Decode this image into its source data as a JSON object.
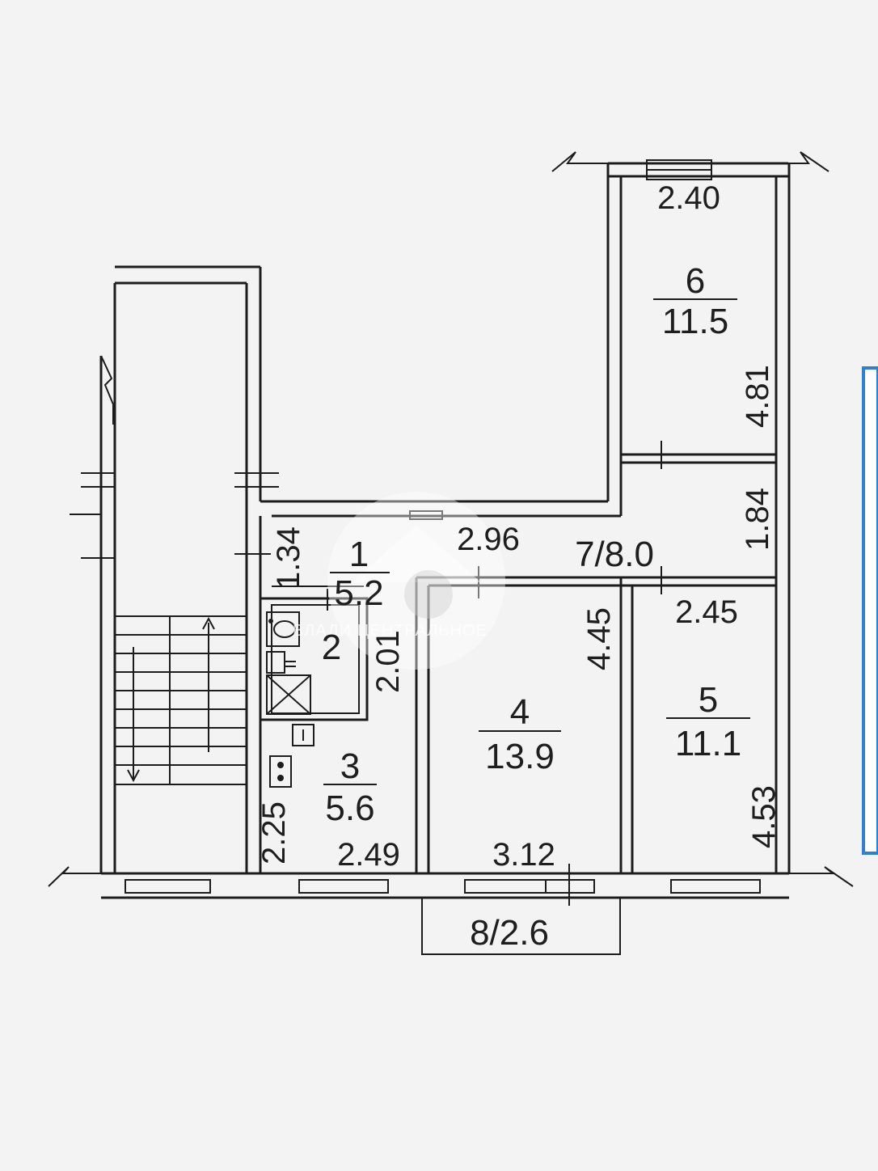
{
  "rooms": [
    {
      "number": "1",
      "area": "5.2"
    },
    {
      "number": "2"
    },
    {
      "number": "3",
      "area": "5.6"
    },
    {
      "number": "4",
      "area": "13.9"
    },
    {
      "number": "5",
      "area": "11.1"
    },
    {
      "number": "6",
      "area": "11.5"
    }
  ],
  "corridor_label": "7/8.0",
  "balcony_label": "8/2.6",
  "dimensions": {
    "room6_width": "2.40",
    "room6_length": "4.81",
    "corridor_length": "1.84",
    "hall_width": "2.96",
    "hall_height": "1.34",
    "bath_height": "2.01",
    "kitchen_side": "2.25",
    "kitchen_width": "2.49",
    "room4_width": "3.12",
    "room4_length": "4.45",
    "room5_width": "2.45",
    "room5_length": "4.53"
  },
  "watermark": "ВЛАДИ ЦЕНТРАЛЬНОЕ",
  "colors": {
    "paper": "#f2f2f2",
    "ink": "#1c1c1c",
    "accent": "#2f7fd6"
  }
}
